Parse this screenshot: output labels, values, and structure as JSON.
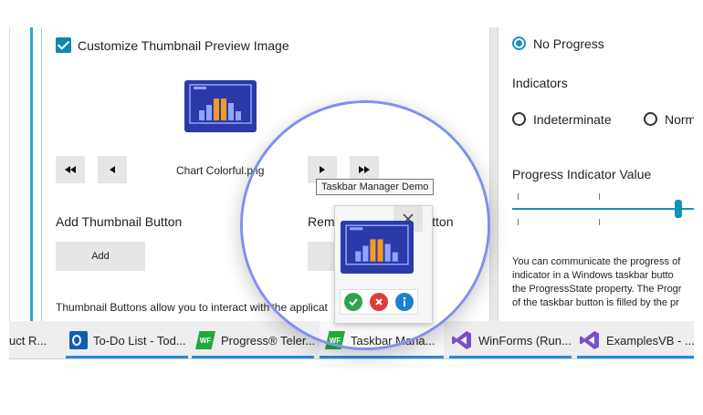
{
  "left": {
    "customize_checkbox_label": "Customize Thumbnail Preview Image",
    "file_name": "Chart Colorful.png",
    "add_section_title": "Add Thumbnail Button",
    "add_button": "Add",
    "remove_section_title_fragment": "Rem",
    "thumbnail_buttons_text": "Thumbnail Buttons allow you to interact with the applicat"
  },
  "right": {
    "no_progress_label": "No Progress",
    "indicators_title": "Indicators",
    "indeterminate_label": "Indeterminate",
    "normal_label_fragment": "Norm",
    "progress_value_title": "Progress Indicator Value",
    "description_lines": [
      "You can communicate the progress of",
      "indicator in a Windows taskbar butto",
      "the ProgressState property. The Progr",
      "of the taskbar button is filled by the pr"
    ]
  },
  "popup": {
    "tooltip": "Taskbar Manager Demo",
    "button_text_fragment": "Button"
  },
  "taskbar": {
    "items": [
      {
        "label": "uct R..."
      },
      {
        "label": "To-Do List - Tod..."
      },
      {
        "label": "Progress® Teler..."
      },
      {
        "label": "Taskbar Mana..."
      },
      {
        "label": "WinForms (Run..."
      },
      {
        "label": "ExamplesVB - ..."
      }
    ],
    "wf_badge": "WF"
  },
  "colors": {
    "accent": "#1590bd",
    "rail": "#2aa6c8",
    "thumb_bg": "#2b3aa8",
    "bar_orange": "#f59a23",
    "bar_light": "#8fa3ff",
    "lens_ring": "#7f8ff0",
    "taskbar_underline": "#2b8ad8",
    "wf_green": "#1faa3c",
    "vs_purple": "#7b4fc4",
    "outlook_blue": "#0f5db5"
  }
}
